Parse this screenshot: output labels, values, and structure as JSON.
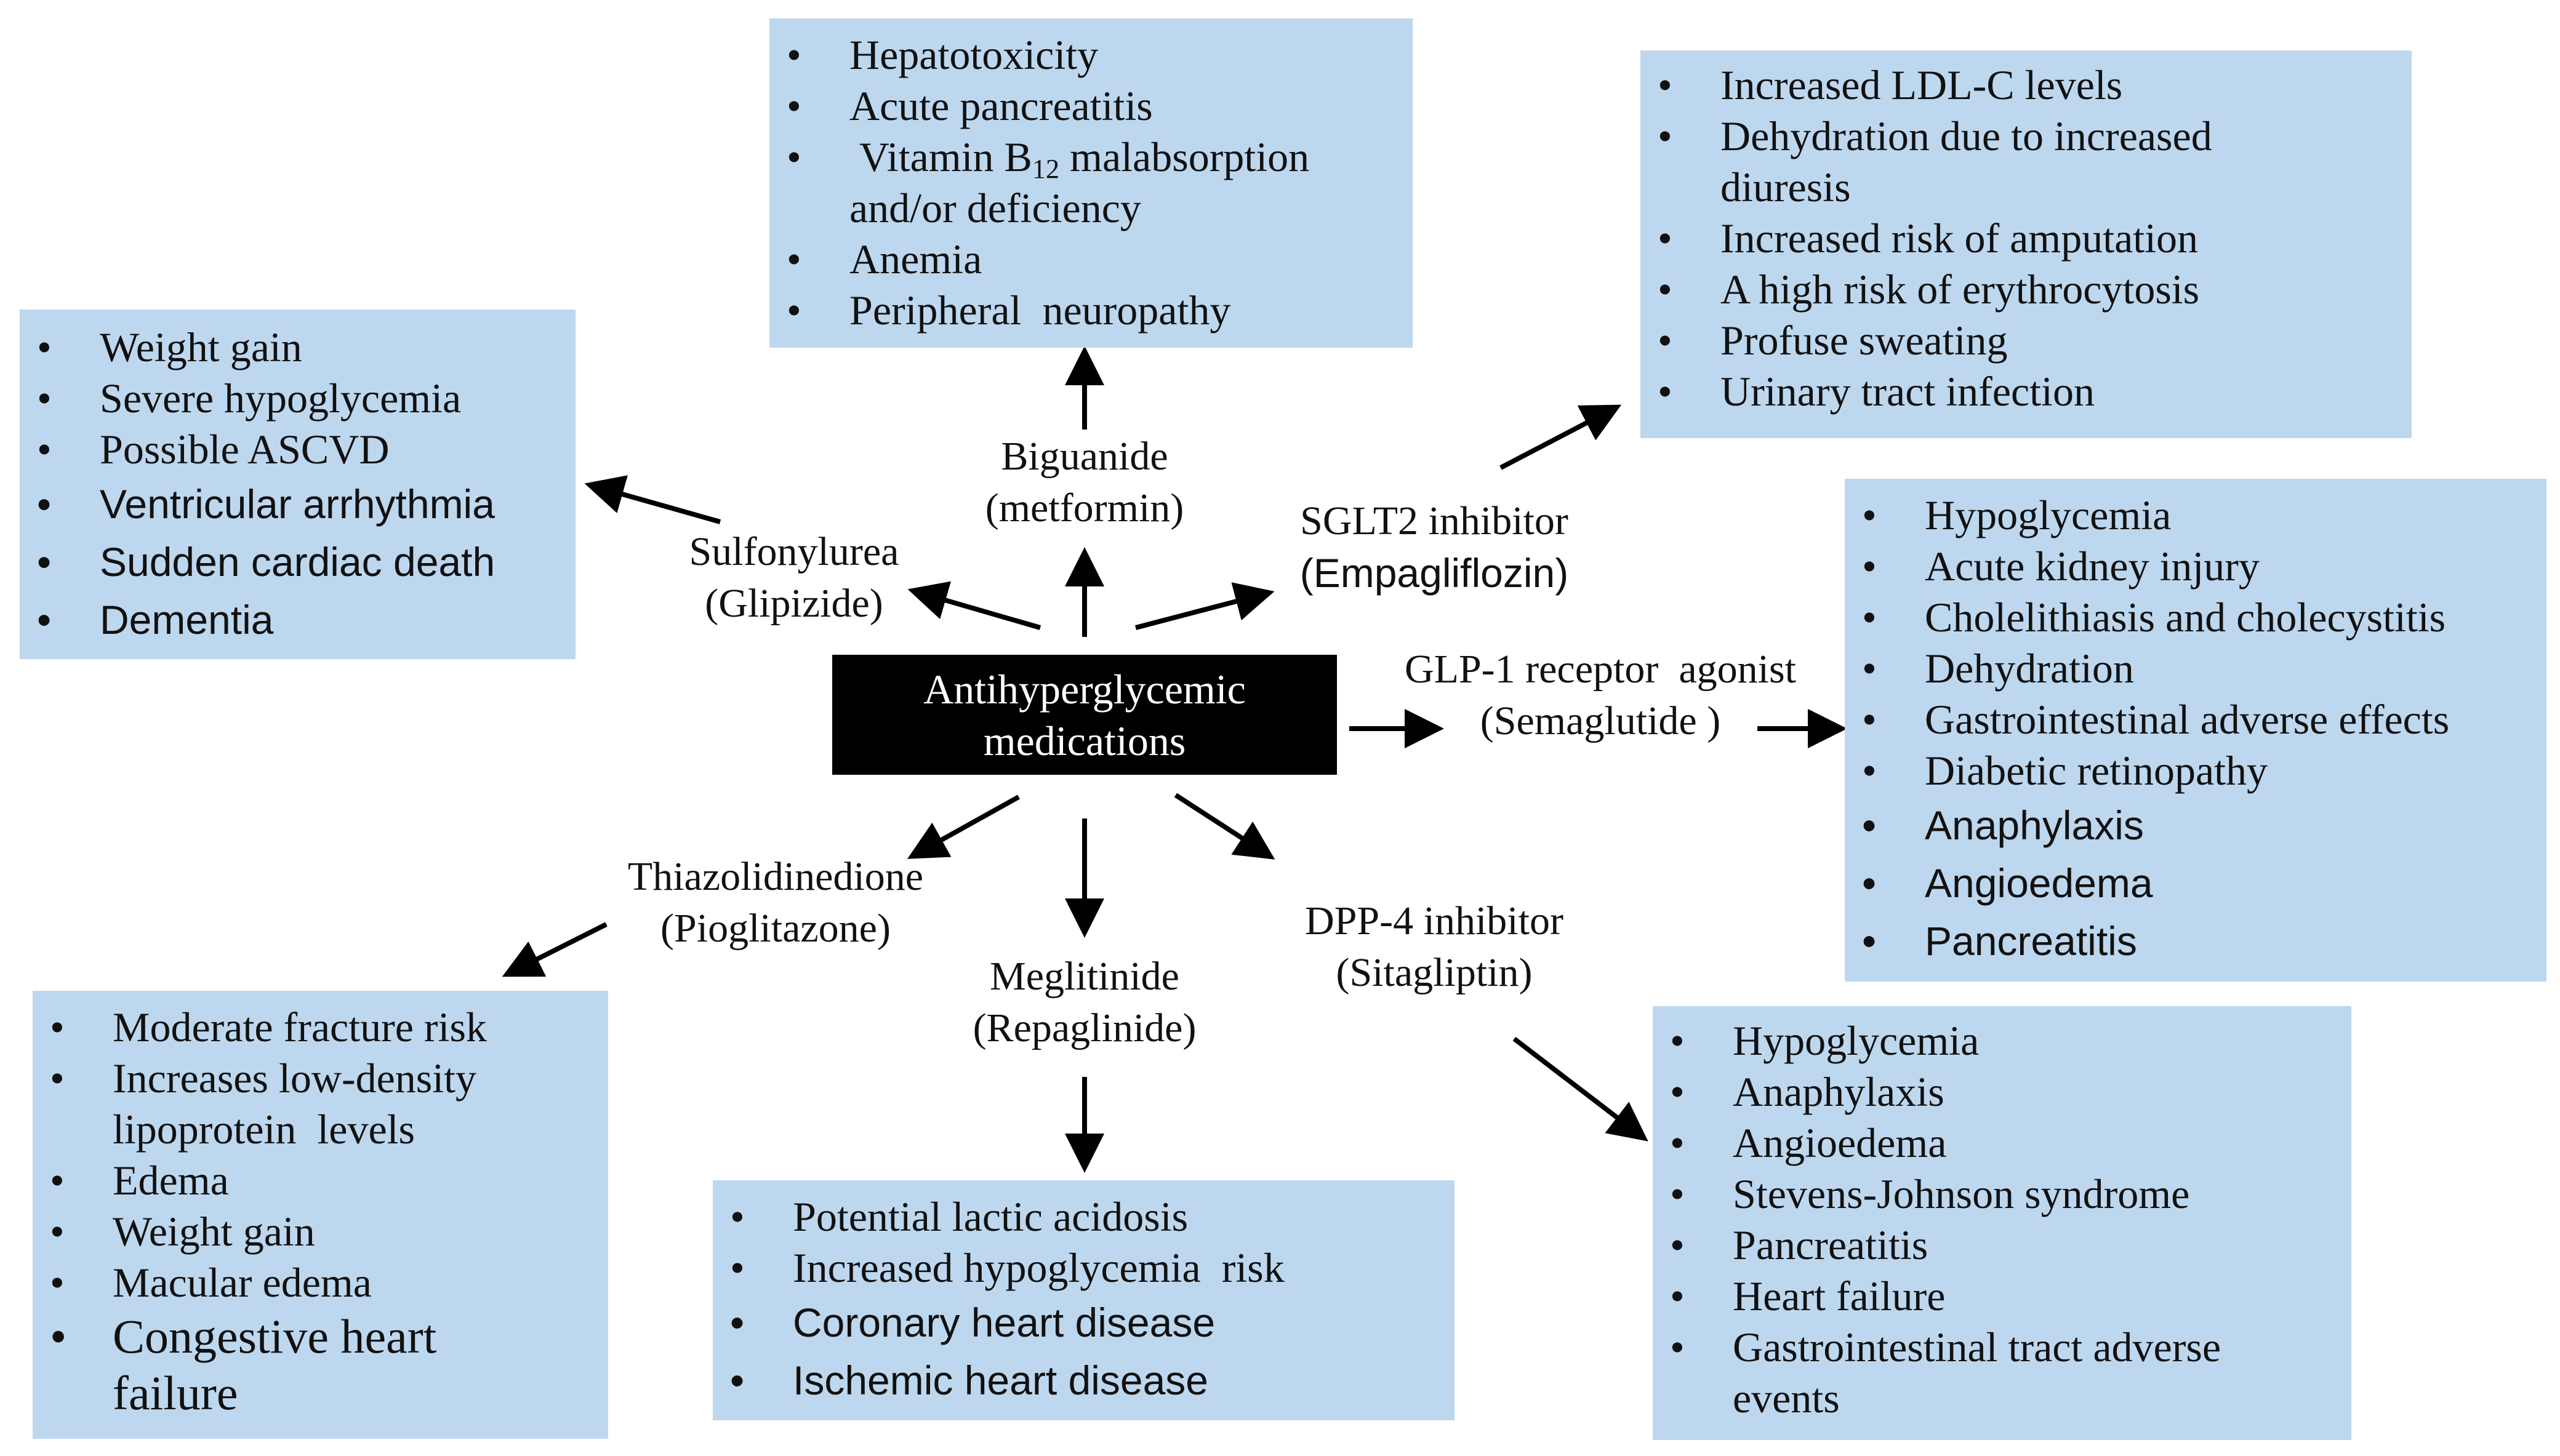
{
  "center": {
    "line1": "Antihyperglycemic",
    "line2": "medications"
  },
  "labels": {
    "biguanide": {
      "line1": "Biguanide",
      "line2": "(metformin)"
    },
    "sulfonylurea": {
      "line1": "Sulfonylurea",
      "line2": "(Glipizide)"
    },
    "sglt2": {
      "line1": "SGLT2 inhibitor",
      "line2": "(Empagliflozin)"
    },
    "glp1": {
      "line1": "GLP-1 receptor  agonist",
      "line2": "(Semaglutide )"
    },
    "tzd": {
      "line1": "Thiazolidinedione",
      "line2": "(Pioglitazone)"
    },
    "meglitinide": {
      "line1": "Meglitinide",
      "line2": "(Repaglinide)"
    },
    "dpp4": {
      "line1": "DPP-4 inhibitor",
      "line2": "(Sitagliptin)"
    }
  },
  "boxes": {
    "biguanide": {
      "items": [
        "Hepatotoxicity",
        "Acute pancreatitis"
      ],
      "b12": {
        "before": " Vitamin B",
        "sub": "12",
        "after": " malabsorption",
        "line2": "and/or deficiency"
      },
      "items_after": [
        "Anemia",
        "Peripheral  neuropathy"
      ]
    },
    "sulfonylurea": {
      "items_serif": [
        "Weight gain",
        "Severe hypoglycemia",
        "Possible ASCVD"
      ],
      "items_sans": [
        "Ventricular arrhythmia",
        "Sudden cardiac death",
        "Dementia"
      ]
    },
    "sglt2": {
      "items": [
        {
          "l1": "Increased LDL-C levels",
          "l2": ""
        },
        {
          "l1": "Dehydration due to increased",
          "l2": "diuresis"
        },
        {
          "l1": "Increased risk of amputation",
          "l2": ""
        },
        {
          "l1": "A high risk of erythrocytosis",
          "l2": ""
        },
        {
          "l1": "Profuse sweating",
          "l2": ""
        },
        {
          "l1": "Urinary tract infection",
          "l2": ""
        }
      ]
    },
    "glp1": {
      "items_serif": [
        "Hypoglycemia",
        "Acute kidney injury",
        "Cholelithiasis and cholecystitis",
        "Dehydration",
        "Gastrointestinal adverse effects",
        "Diabetic retinopathy"
      ],
      "items_sans": [
        "Anaphylaxis",
        "Angioedema",
        "Pancreatitis"
      ]
    },
    "tzd": {
      "items": [
        {
          "l1": "Moderate fracture risk",
          "l2": ""
        },
        {
          "l1": "Increases low-density",
          "l2": "lipoprotein  levels"
        },
        {
          "l1": "Edema",
          "l2": ""
        },
        {
          "l1": "Weight gain",
          "l2": ""
        },
        {
          "l1": "Macular edema",
          "l2": ""
        }
      ],
      "big": {
        "l1": "Congestive heart",
        "l2": "failure"
      }
    },
    "meglitinide": {
      "items_serif": [
        "Potential lactic acidosis",
        "Increased hypoglycemia  risk"
      ],
      "items_sans": [
        "Coronary heart disease",
        "Ischemic heart disease"
      ]
    },
    "dpp4": {
      "items": [
        {
          "l1": "Hypoglycemia",
          "l2": ""
        },
        {
          "l1": "Anaphylaxis",
          "l2": ""
        },
        {
          "l1": "Angioedema",
          "l2": ""
        },
        {
          "l1": "Stevens-Johnson syndrome",
          "l2": ""
        },
        {
          "l1": "Pancreatitis",
          "l2": ""
        },
        {
          "l1": "Heart failure",
          "l2": ""
        },
        {
          "l1": "Gastrointestinal tract adverse",
          "l2": "events"
        }
      ]
    }
  },
  "colors": {
    "box": "#bdd7ee",
    "center": "#000000",
    "arrow": "#000000"
  }
}
